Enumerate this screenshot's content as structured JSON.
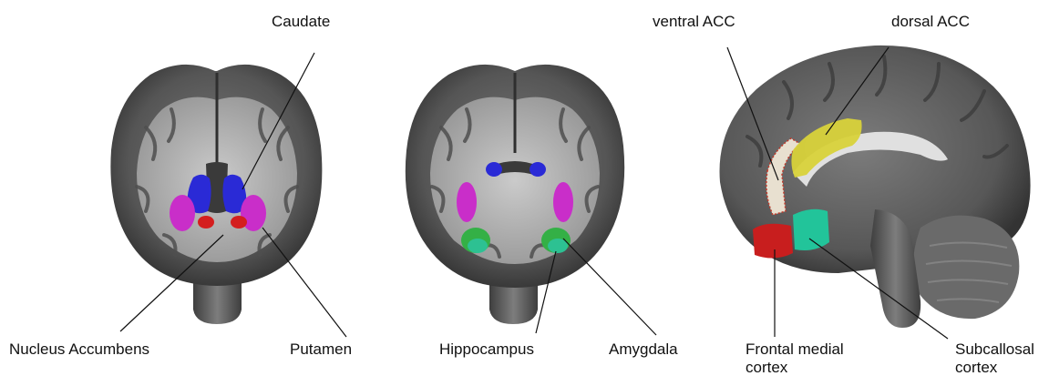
{
  "labels": {
    "caudate": "Caudate",
    "nucleus_accumbens": "Nucleus  Accumbens",
    "putamen": "Putamen",
    "hippocampus": "Hippocampus",
    "amygdala": "Amygdala",
    "ventral_acc": "ventral ACC",
    "dorsal_acc": "dorsal ACC",
    "frontal_medial_line1": "Frontal medial",
    "frontal_medial_line2": "cortex",
    "subcallosal_line1": "Subcallosal",
    "subcallosal_line2": "cortex"
  },
  "colors": {
    "caudate": "#2a2ad6",
    "putamen": "#c92ec9",
    "nucleus_accumbens": "#d41e1e",
    "hippocampus": "#2cc39a",
    "amygdala": "#34b046",
    "dorsal_acc": "#d8d23a",
    "ventral_acc": "#e8e0d0",
    "frontal_medial": "#c81e1e",
    "subcallosal": "#22c49a",
    "brain_dark": "#4a4a4a",
    "brain_mid": "#8c8c8c",
    "brain_light": "#c8c8c8"
  }
}
